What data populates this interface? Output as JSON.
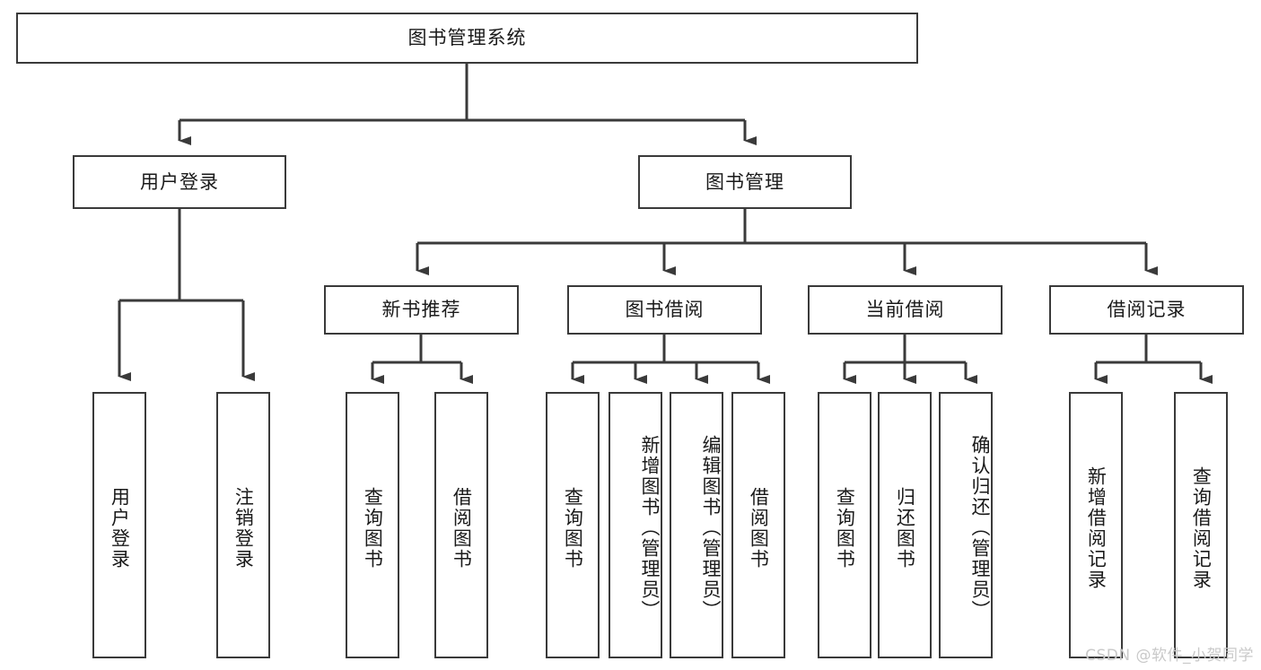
{
  "diagram": {
    "title": "图书管理系统",
    "type": "hierarchy-tree",
    "stroke_color": "#3a3a3a",
    "fill_color": "#ffffff",
    "text_color": "#1a1a1a",
    "watermark": "CSDN @软件_小贺同学"
  },
  "nodes": {
    "root": {
      "label": "图书管理系统"
    },
    "level2": [
      {
        "label": "用户登录"
      },
      {
        "label": "图书管理"
      }
    ],
    "level3": [
      {
        "label": "新书推荐"
      },
      {
        "label": "图书借阅"
      },
      {
        "label": "当前借阅"
      },
      {
        "label": "借阅记录"
      }
    ],
    "leaves_user_login": [
      {
        "label": "用户登录"
      },
      {
        "label": "注销登录"
      }
    ],
    "leaves_new_book": [
      {
        "label": "查询图书"
      },
      {
        "label": "借阅图书"
      }
    ],
    "leaves_borrow": [
      {
        "label": "查询图书"
      },
      {
        "label": "新增图书（管理员）"
      },
      {
        "label": "编辑图书（管理员）"
      },
      {
        "label": "借阅图书"
      }
    ],
    "leaves_current": [
      {
        "label": "查询图书"
      },
      {
        "label": "归还图书"
      },
      {
        "label": "确认归还（管理员）"
      }
    ],
    "leaves_records": [
      {
        "label": "新增借阅记录"
      },
      {
        "label": "查询借阅记录"
      }
    ]
  }
}
